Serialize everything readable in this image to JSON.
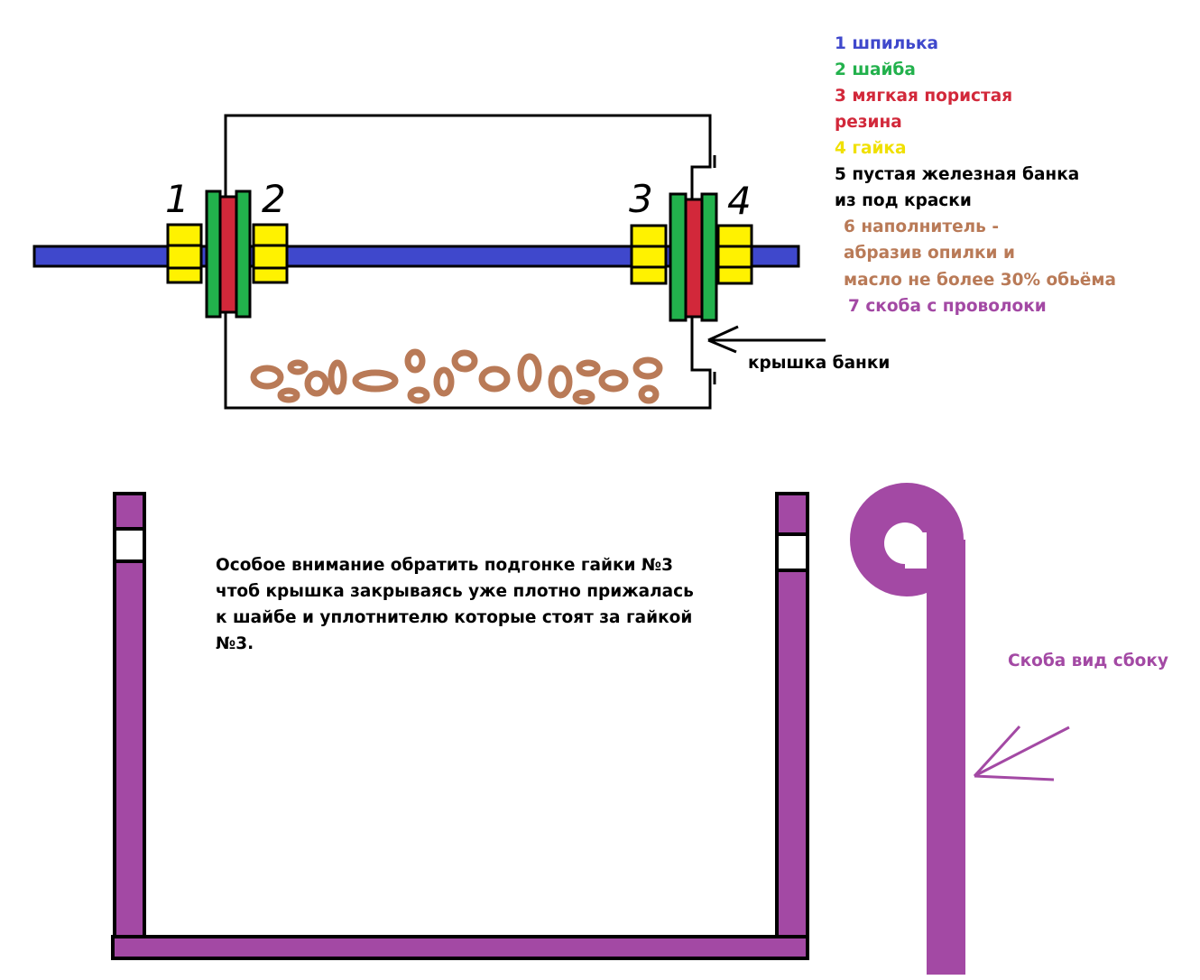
{
  "legend": [
    {
      "text": "1 шпилька",
      "color": "#3f48cc"
    },
    {
      "text": "2 шайба",
      "color": "#22b14c"
    },
    {
      "text": "3 мягкая пористая",
      "color": "#d2283a"
    },
    {
      "text": "резина",
      "color": "#d2283a"
    },
    {
      "text": "4 гайка",
      "color": "#f0e000"
    },
    {
      "text": "5 пустая железная банка",
      "color": "#000000"
    },
    {
      "text": "из под краски",
      "color": "#000000"
    },
    {
      "text": "6 наполнитель -",
      "color": "#b97a57"
    },
    {
      "text": "абразив опилки и",
      "color": "#b97a57"
    },
    {
      "text": "масло не более 30% обьёма",
      "color": "#b97a57"
    },
    {
      "text": "7 скоба с проволоки",
      "color": "#a349a4"
    }
  ],
  "part_numbers": [
    "1",
    "2",
    "3",
    "4"
  ],
  "lid_label": "крышка банки",
  "note": {
    "lines": [
      "Особое внимание обратить подгонке гайки №3",
      "чтоб крышка закрываясь уже плотно прижалась",
      "к шайбе и уплотнителю которые стоят за гайкой",
      "№3."
    ]
  },
  "side_view_label": "Скоба вид сбоку",
  "colors": {
    "rod": "#3f48cc",
    "washer": "#22b14c",
    "rubber": "#d2283a",
    "nut": "#fff200",
    "filler": "#b97a57",
    "bracket": "#a349a4"
  }
}
